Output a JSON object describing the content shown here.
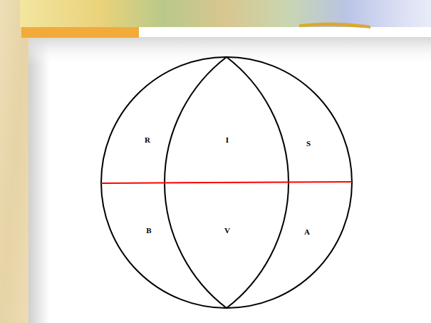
{
  "diagram": {
    "labels": [
      "R",
      "I",
      "S",
      "B",
      "V",
      "A"
    ]
  }
}
